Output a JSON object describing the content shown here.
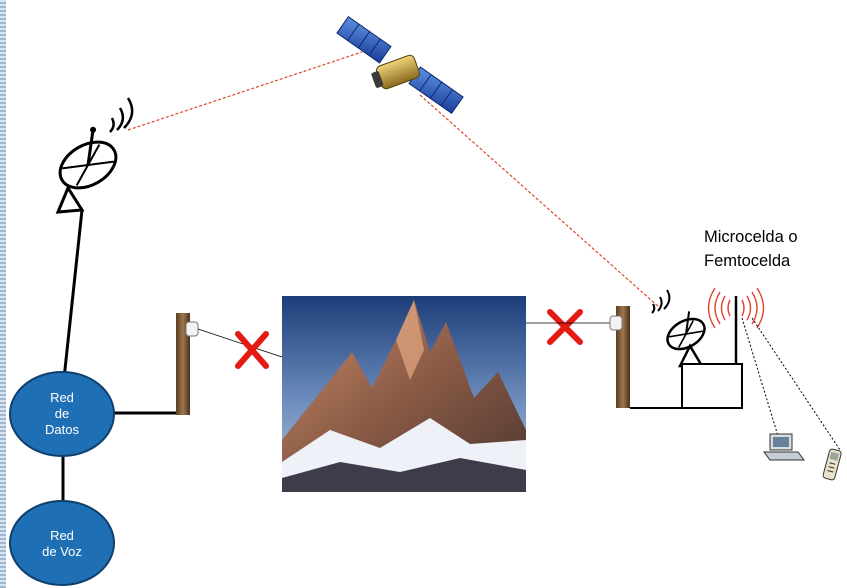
{
  "diagram": {
    "nodes": {
      "data_network": {
        "lines": [
          "Red",
          "de",
          "Datos"
        ]
      },
      "voice_network": {
        "lines": [
          "Red",
          "de Voz"
        ]
      }
    },
    "microcell_label": {
      "lines": [
        "Microcelda o",
        "Femtocelda"
      ]
    }
  },
  "colors": {
    "node_fill": "#1f6fb4",
    "node_stroke": "#0e3f6e",
    "sat_link": "#e0452a",
    "blocked_mark": "#e31b12"
  },
  "icons": [
    "satellite-icon",
    "satellite-dish-icon",
    "mountain-photo",
    "pole-icon",
    "laptop-icon",
    "mobile-phone-icon",
    "signal-waves-icon"
  ]
}
